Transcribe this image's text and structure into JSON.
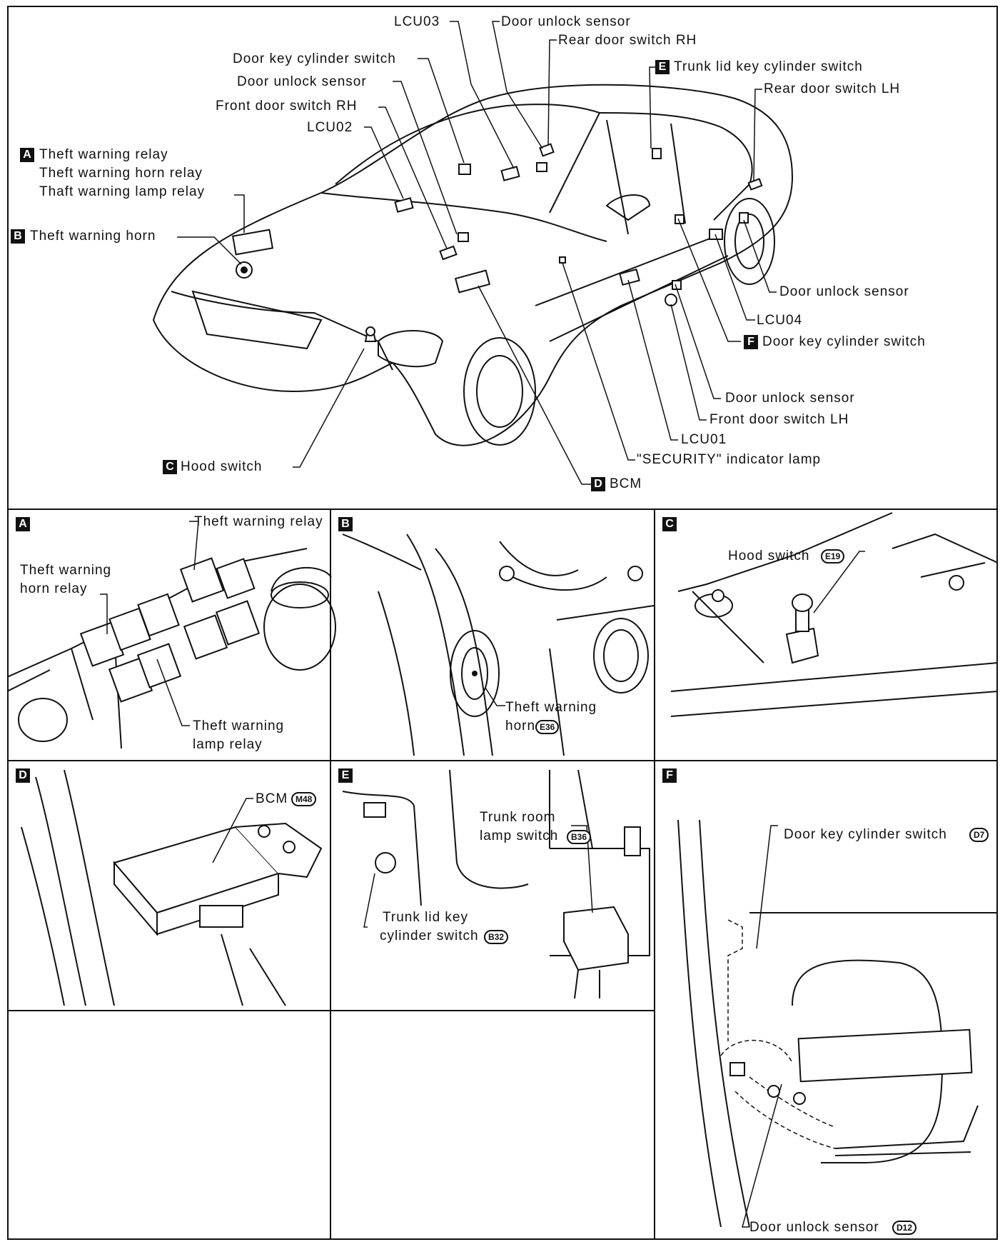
{
  "main": {
    "theft_relay_group": {
      "badge": "A",
      "line1": "Theft warning relay",
      "line2": "Theft warning horn relay",
      "line3": "Thaft warning lamp relay"
    },
    "theft_horn": {
      "badge": "B",
      "label": "Theft warning horn"
    },
    "hood_switch": {
      "badge": "C",
      "label": "Hood switch"
    },
    "bcm": {
      "badge": "D",
      "label": "BCM"
    },
    "trunk_lid": {
      "badge": "E",
      "label": "Trunk lid key cylinder switch"
    },
    "door_key_lh": {
      "badge": "F",
      "label": "Door key cylinder switch"
    },
    "lcu03": "LCU03",
    "door_unlock_top": "Door unlock sensor",
    "rear_door_rh": "Rear door switch RH",
    "door_key_rh": "Door key cylinder switch",
    "door_unlock_rh": "Door unlock sensor",
    "front_door_rh": "Front door switch RH",
    "lcu02": "LCU02",
    "rear_door_lh": "Rear door switch LH",
    "door_unlock_rear_lh": "Door unlock sensor",
    "lcu04": "LCU04",
    "door_unlock_front_lh": "Door unlock sensor",
    "front_door_lh": "Front door switch LH",
    "lcu01": "LCU01",
    "security_lamp": "\"SECURITY\" indicator lamp"
  },
  "panels": {
    "a": {
      "badge": "A",
      "relay": "Theft warning relay",
      "horn_relay_1": "Theft warning",
      "horn_relay_2": "horn relay",
      "lamp_relay_1": "Theft warning",
      "lamp_relay_2": "lamp relay"
    },
    "b": {
      "badge": "B",
      "horn_1": "Theft warning",
      "horn_2": "horn",
      "conn": "E36"
    },
    "c": {
      "badge": "C",
      "label": "Hood switch",
      "conn": "E19"
    },
    "d": {
      "badge": "D",
      "label": "BCM",
      "conn": "M48"
    },
    "e": {
      "badge": "E",
      "lamp_1": "Trunk room",
      "lamp_2": "lamp switch",
      "lamp_conn": "B36",
      "trunk_1": "Trunk lid key",
      "trunk_2": "cylinder switch",
      "trunk_conn": "B32"
    },
    "f": {
      "badge": "F",
      "key": "Door key cylinder switch",
      "key_conn": "D7",
      "unlock": "Door unlock sensor",
      "unlock_conn": "D12"
    }
  }
}
